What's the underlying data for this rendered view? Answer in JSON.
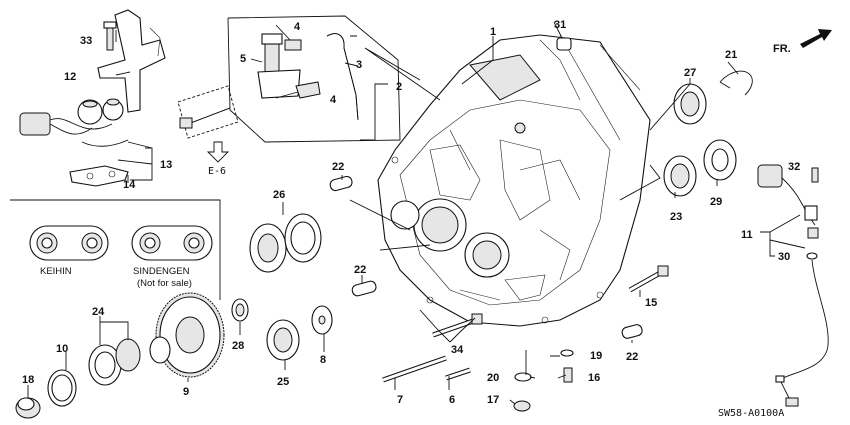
{
  "direction_label": "FR.",
  "reference_label": "E-6",
  "diagram_code": "SW58-A0100A",
  "variants": {
    "keihin": "KEIHIN",
    "sindengen": "SINDENGEN",
    "not_for_sale": "(Not for sale)"
  },
  "callouts": [
    "1",
    "2",
    "3",
    "4",
    "4",
    "5",
    "6",
    "7",
    "8",
    "9",
    "10",
    "11",
    "12",
    "13",
    "14",
    "15",
    "16",
    "17",
    "18",
    "19",
    "20",
    "21",
    "22",
    "22",
    "22",
    "23",
    "24",
    "25",
    "26",
    "27",
    "28",
    "29",
    "30",
    "31",
    "32",
    "33",
    "34"
  ]
}
